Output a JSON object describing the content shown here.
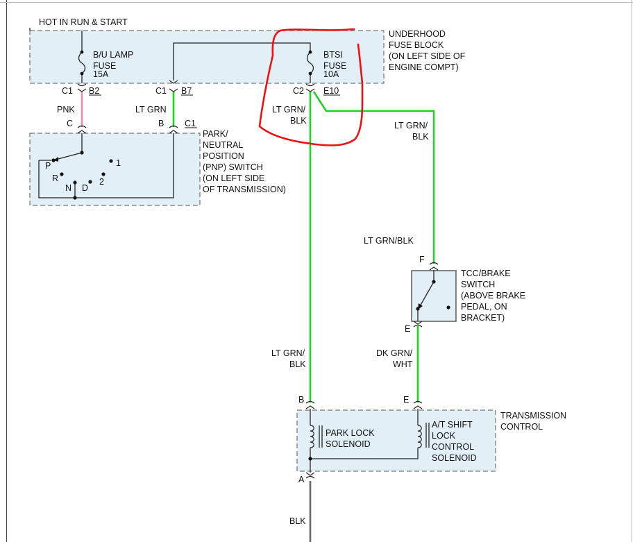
{
  "source_label": "HOT IN RUN & START",
  "underhood_fuse_block": {
    "label_lines": [
      "UNDERHOOD",
      "FUSE BLOCK",
      "(ON LEFT SIDE OF",
      "ENGINE COMPT)"
    ],
    "bu_lamp_fuse": [
      "B/U LAMP",
      "FUSE",
      "15A"
    ],
    "btsi_fuse": [
      "BTSI",
      "FUSE",
      "10A"
    ],
    "connectors": {
      "c1_b2": {
        "conn": "C1",
        "pin": "B2"
      },
      "c1_b7": {
        "conn": "C1",
        "pin": "B7"
      },
      "c2_e10": {
        "conn": "C2",
        "pin": "E10"
      }
    }
  },
  "wires": {
    "pnk": "PNK",
    "lt_grn": "LT GRN",
    "lt_grn_blk_top_left": [
      "LT GRN/",
      "BLK"
    ],
    "lt_grn_blk_top_right": [
      "LT GRN/",
      "BLK"
    ],
    "lt_grn_blk_mid": "LT GRN/BLK",
    "lt_grn_blk_lower": [
      "LT GRN/",
      "BLK"
    ],
    "dk_grn_wht": [
      "DK GRN/",
      "WHT"
    ],
    "blk": "BLK"
  },
  "pnp_switch": {
    "label_lines": [
      "PARK/",
      "NEUTRAL",
      "POSITION",
      "(PNP) SWITCH",
      "(ON LEFT SIDE",
      "OF TRANSMISSION)"
    ],
    "pin_c": "C",
    "pin_b": "B",
    "connector": "C1",
    "positions": {
      "p": "P",
      "r": "R",
      "n": "N",
      "d": "D",
      "two": "2",
      "one": "1"
    }
  },
  "tcc_brake_switch": {
    "label_lines": [
      "TCC/BRAKE",
      "SWITCH",
      "(ABOVE BRAKE",
      "PEDAL, ON",
      "BRACKET)"
    ],
    "pin_f": "F",
    "pin_e": "E"
  },
  "transmission_control": {
    "label_lines": [
      "TRANSMISSION",
      "CONTROL"
    ],
    "pin_b": "B",
    "pin_e": "E",
    "pin_a": "A",
    "park_lock_solenoid": [
      "PARK LOCK",
      "SOLENOID"
    ],
    "shift_lock_solenoid": [
      "A/T SHIFT",
      "LOCK",
      "CONTROL",
      "SOLENOID"
    ]
  },
  "colors": {
    "pnk_wire": "#f08aa4",
    "green_wire": "#22d022",
    "blk_wire": "#666666",
    "component_fill": "#e3eff7",
    "annotation_red": "#ee1111"
  }
}
